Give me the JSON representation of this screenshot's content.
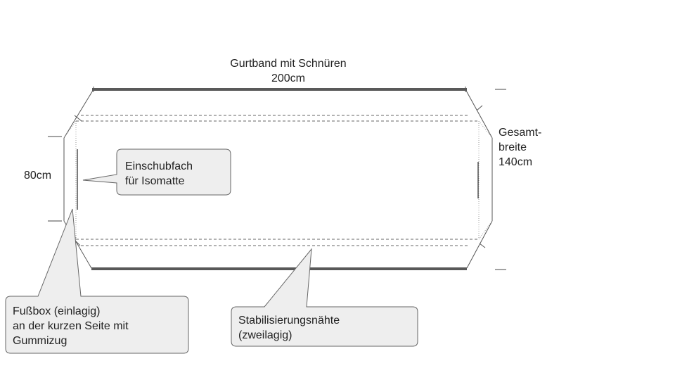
{
  "labels": {
    "top_line1": "Gurtband mit Schnüren",
    "top_line2": "200cm",
    "left": "80cm",
    "right": "Gesamt-\nbreite\n140cm"
  },
  "callouts": {
    "sleeve": "Einschubfach\nfür Isomatte",
    "footbox": "Fußbox (einlagig)\nan der kurzen Seite mit\nGummizug",
    "seams": "Stabilisierungsnähte\n(zweilagig)"
  },
  "colors": {
    "strap": "#595959",
    "outline": "#555555",
    "seam": "#666666",
    "callout_fill": "#eeeeee",
    "callout_stroke": "#666666"
  }
}
